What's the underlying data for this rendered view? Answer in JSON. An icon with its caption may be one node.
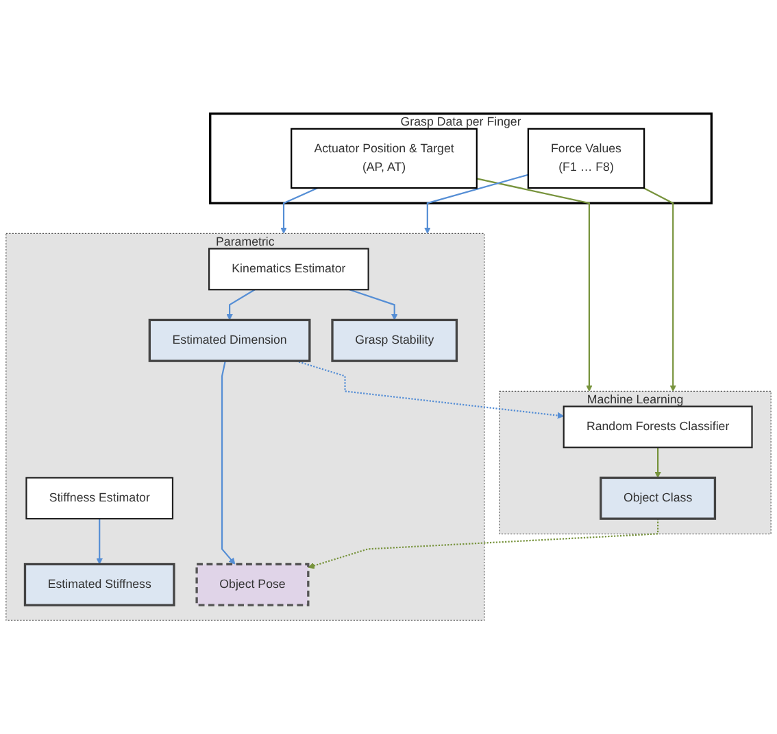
{
  "diagram": {
    "nodes": [
      {
        "text": [
          "Grasp Data per Finger"
        ]
      },
      {
        "text": [
          "Force Values",
          "(F1 … F8)"
        ],
        "in": 0
      },
      {
        "text": [
          "Actuator Position & Target",
          "(AP, AT)"
        ],
        "in": 0
      },
      {
        "text": [
          "Machine Learning"
        ]
      },
      {
        "text": [
          "Random Forests Classifier"
        ],
        "in": 3
      },
      {
        "text": [
          "Object Class"
        ],
        "in": 3
      },
      {
        "text": [
          "Parametric"
        ]
      },
      {
        "text": [
          "Kinematics Estimator"
        ],
        "in": 6
      },
      {
        "text": [
          "Stiffness Estimator"
        ],
        "in": 6
      },
      {
        "text": [
          "Estimated Dimension"
        ],
        "in": 6
      },
      {
        "text": [
          "Estimated Stiffness"
        ],
        "in": 6
      },
      {
        "text": [
          "Object Pose"
        ],
        "in": 6
      },
      {
        "text": [
          "Grasp Stability"
        ],
        "in": 6
      }
    ],
    "edges": [
      {
        "from": 1,
        "to": 3,
        "arrow": "to",
        "color": "#77933c"
      },
      {
        "from": 2,
        "to": 3,
        "arrow": "to",
        "color": "#77933c"
      },
      {
        "from": 1,
        "to": 6,
        "arrow": "to"
      },
      {
        "from": 2,
        "to": 6,
        "arrow": "to"
      },
      {
        "from": 4,
        "to": 5,
        "arrow": "to",
        "color": "#77933c"
      },
      {
        "from": 5,
        "to": 11,
        "arrow": "to",
        "style": "dashed",
        "color": "#77933c"
      },
      {
        "from": 7,
        "to": 9,
        "arrow": "to"
      },
      {
        "from": 9,
        "to": 11,
        "arrow": "to"
      },
      {
        "from": 7,
        "to": 12,
        "arrow": "to"
      },
      {
        "from": 8,
        "to": 10,
        "arrow": "to"
      },
      {
        "from": 9,
        "to": 4,
        "arrow": "to",
        "style": "dashed"
      }
    ]
  }
}
